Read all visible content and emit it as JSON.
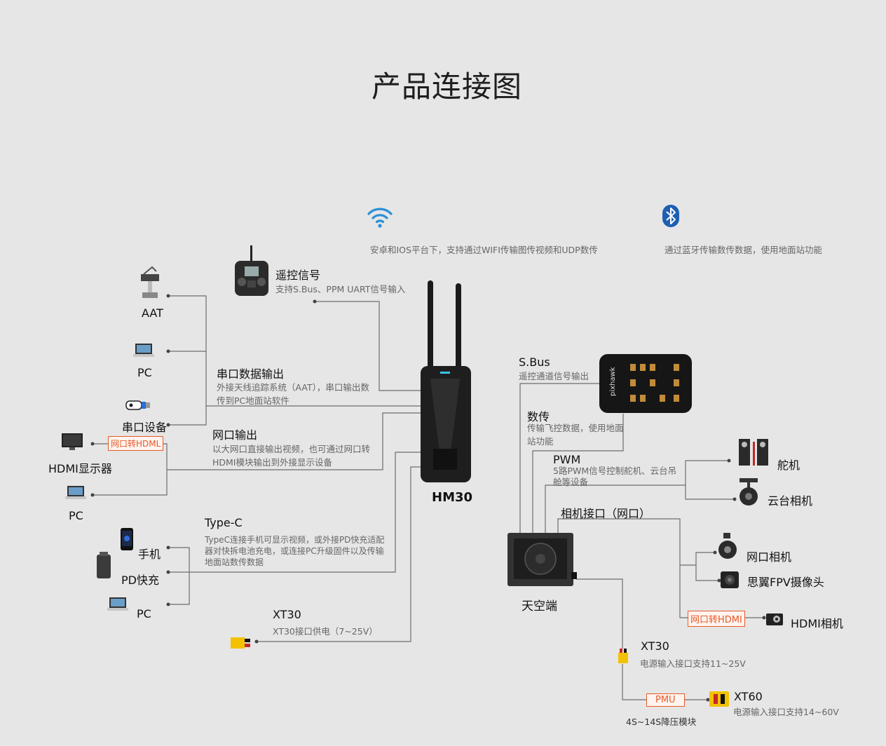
{
  "title": "产品连接图",
  "wifi": {
    "icon": "wifi-icon",
    "text": "安卓和IOS平台下，支持通过WIFI传输图传视频和UDP数传"
  },
  "bluetooth": {
    "icon": "bluetooth-icon",
    "text": "通过蓝牙传输数传数据，使用地面站功能"
  },
  "rc": {
    "title": "遥控信号",
    "desc": "支持S.Bus、PPM UART信号输入"
  },
  "serial_out": {
    "title": "串口数据输出",
    "desc": "外接天线追踪系统（AAT），串口输出数传到PC地面站软件"
  },
  "net_out": {
    "title": "网口输出",
    "desc": "以大网口直接输出视频，也可通过网口转HDMI模块输出到外接显示设备"
  },
  "typec": {
    "title": "Type-C",
    "desc": "TypeC连接手机可显示视频，或外接PD快充适配器对快拆电池充电，或连接PC升级固件以及传输地面站数传数据"
  },
  "xt30_ground": {
    "title": "XT30",
    "desc": "XT30接口供电（7~25V）"
  },
  "left_devices": {
    "aat": "AAT",
    "pc1": "PC",
    "serial": "串口设备",
    "hdmi_display": "HDMI显示器",
    "pc2": "PC",
    "phone": "手机",
    "pd": "PD快充",
    "pc3": "PC"
  },
  "hdmi_module_left": "网口转HDML",
  "device": "HM30",
  "sbus": {
    "title": "S.Bus",
    "desc": "遥控通道信号输出"
  },
  "datalink": {
    "title": "数传",
    "desc": "传输飞控数据，使用地面站功能"
  },
  "pwm": {
    "title": "PWM",
    "desc": "5路PWM信号控制舵机、云台吊舱等设备"
  },
  "camera_port": {
    "title": "相机接口（网口）"
  },
  "right_devices": {
    "servo": "舵机",
    "gimbal": "云台相机",
    "ip_cam": "网口相机",
    "fpv_cam": "思翼FPV摄像头",
    "hdmi_cam": "HDMI相机"
  },
  "hdmi_module_right": "网口转HDMI",
  "air": "天空端",
  "xt30_air": {
    "title": "XT30",
    "desc": "电源输入接口支持11~25V"
  },
  "pmu": {
    "label": "PMU",
    "sub": "4S~14S降压模块"
  },
  "xt60": {
    "title": "XT60",
    "desc": "电源输入接口支持14~60V"
  },
  "colors": {
    "accent": "#e85a2a",
    "line": "#666666",
    "background": "#e6e6e6"
  }
}
